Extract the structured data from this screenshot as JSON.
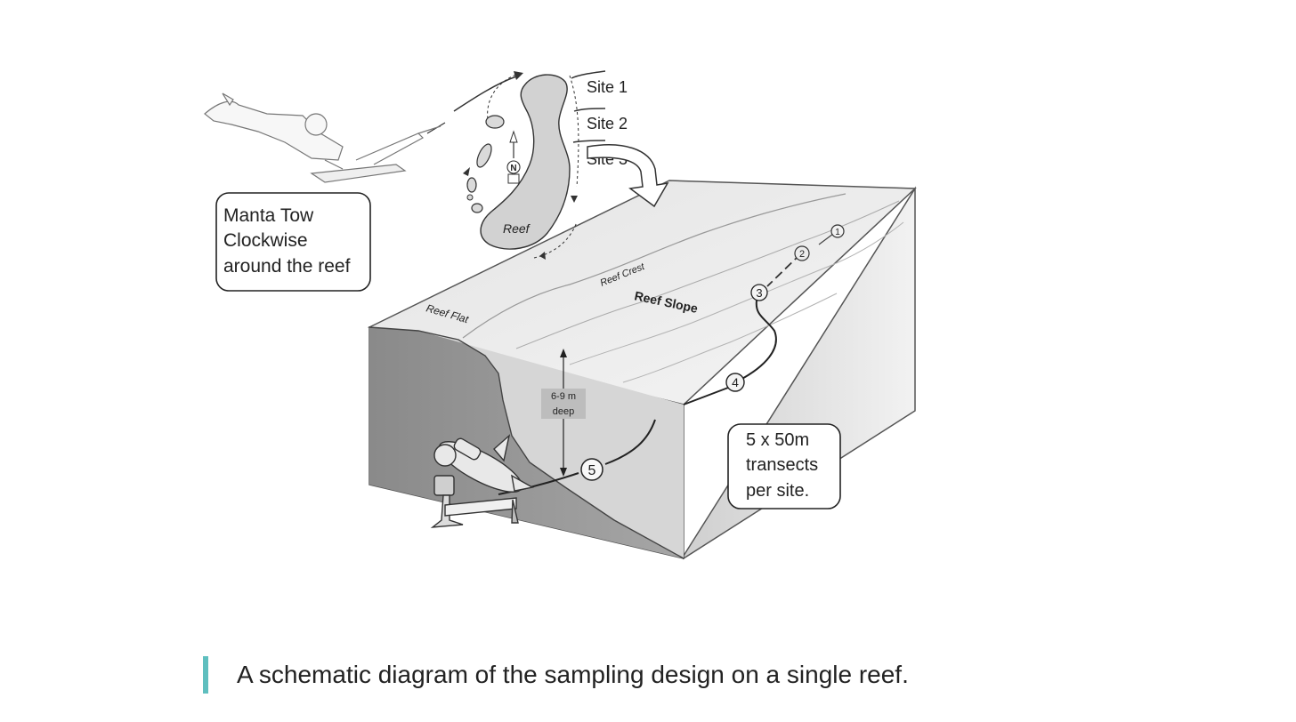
{
  "figure": {
    "callouts": {
      "manta_tow": [
        "Manta Tow",
        "Clockwise",
        "around the reef"
      ],
      "transects": [
        "5 x 50m",
        "transects",
        "per site."
      ]
    },
    "sites": [
      "Site 1",
      "Site 2",
      "Site 3"
    ],
    "map": {
      "reef_label": "Reef",
      "north_label": "N"
    },
    "zones": {
      "reef_flat": "Reef Flat",
      "reef_crest": "Reef Crest",
      "reef_slope": "Reef Slope"
    },
    "depth": [
      "6-9 m",
      "deep"
    ],
    "transect_numbers": [
      "1",
      "2",
      "3",
      "4",
      "5"
    ]
  },
  "caption": "A schematic diagram of the sampling design on a single reef."
}
